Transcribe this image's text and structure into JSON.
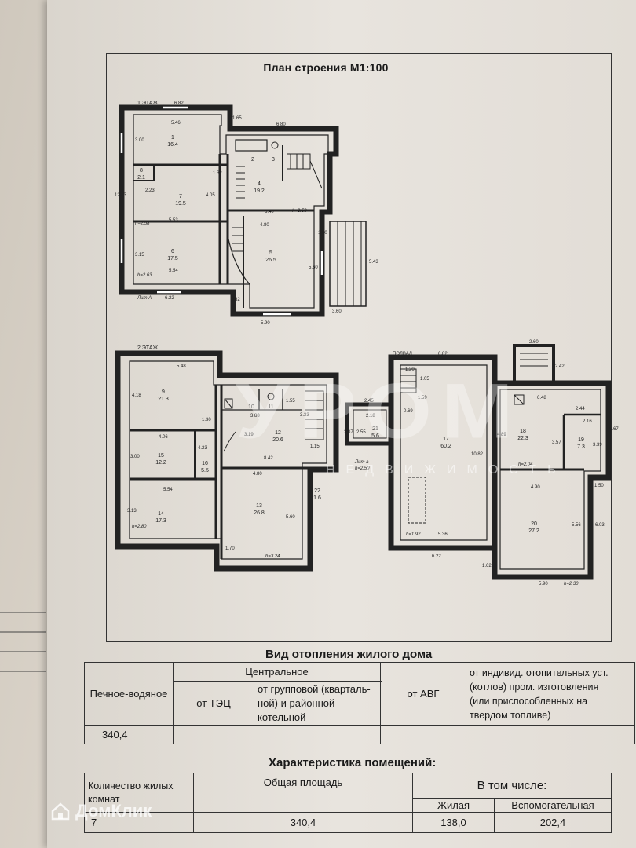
{
  "plan": {
    "title": "План строения М1:100",
    "floor1": {
      "label": "1 ЭТАЖ",
      "lit_label": "Лит А",
      "dims": [
        "6.82",
        "6.80",
        "5.46",
        "3.00",
        "1.65",
        "1.32",
        "4.05",
        "2.23",
        "12.13",
        "5.53",
        "3.15",
        "5.54",
        "6.22",
        "1.62",
        "5.90",
        "3.60",
        "1.50",
        "5.43",
        "5.60",
        "6.40",
        "4.80",
        "h=2.58",
        "h=2.63",
        "h=3.53"
      ],
      "rooms": [
        {
          "no": "1",
          "area": "16.4"
        },
        {
          "no": "2",
          "area": ""
        },
        {
          "no": "3",
          "area": ""
        },
        {
          "no": "4",
          "area": "19.2"
        },
        {
          "no": "5",
          "area": "26.5"
        },
        {
          "no": "6",
          "area": "17.5"
        },
        {
          "no": "7",
          "area": "19.5"
        },
        {
          "no": "8",
          "area": "2.1"
        }
      ]
    },
    "floor2": {
      "label": "2 ЭТАЖ",
      "dims": [
        "5.48",
        "4.18",
        "1.30",
        "4.06",
        "3.00",
        "4.23",
        "3.19",
        "3.88",
        "3.33",
        "1.55",
        "8.42",
        "4.80",
        "1.15",
        "5.54",
        "3.13",
        "h=2.80",
        "1.70",
        "5.60",
        "h=3.24"
      ],
      "rooms": [
        {
          "no": "9",
          "area": "21.3"
        },
        {
          "no": "10",
          "area": ""
        },
        {
          "no": "11",
          "area": ""
        },
        {
          "no": "12",
          "area": "20.6"
        },
        {
          "no": "13",
          "area": "26.8"
        },
        {
          "no": "14",
          "area": "17.3"
        },
        {
          "no": "15",
          "area": "12.2"
        },
        {
          "no": "16",
          "area": "5.5"
        },
        {
          "no": "22",
          "area": "1.6"
        }
      ]
    },
    "basement": {
      "label": "ПОДВАЛ",
      "lit_label": "Лит а",
      "dims": [
        "6.82",
        "1.20",
        "1.05",
        "1.59",
        "0.69",
        "2.45",
        "2.18",
        "3.07",
        "2.55",
        "h=2.50",
        "10.82",
        "h=1.92",
        "5.36",
        "6.22",
        "1.62",
        "2.60",
        "2.42",
        "6.48",
        "2.44",
        "4.89",
        "3.57",
        "2.16",
        "3.39",
        "6.67",
        "h=2.04",
        "4.90",
        "1.50",
        "5.56",
        "6.03",
        "5.90",
        "h=2.30"
      ],
      "rooms": [
        {
          "no": "17",
          "area": "60.2"
        },
        {
          "no": "18",
          "area": "22.3"
        },
        {
          "no": "19",
          "area": "7.3"
        },
        {
          "no": "20",
          "area": "27.2"
        },
        {
          "no": "21",
          "area": "5.6"
        }
      ]
    }
  },
  "heating": {
    "title": "Вид отопления жилого дома",
    "col_stove": "Печное-водяное",
    "col_central": "Центральное",
    "col_tec": "от ТЭЦ",
    "col_group": "от групповой (квартальной) и районной котельной",
    "col_group_lines": [
      "от групповой (кварталь-",
      "ной) и районной",
      "котельной"
    ],
    "col_agv": "от АВГ",
    "col_individual_lines": [
      "от индивид. отопительных уст.",
      "(котлов) пром. изготовления",
      "(или приспособленных на",
      "твердом топливе)"
    ],
    "value_stove": "340,4"
  },
  "characteristics": {
    "title": "Характеристика помещений:",
    "col_rooms_lines": [
      "Количество жилых",
      "комнат"
    ],
    "col_total": "Общая площадь",
    "col_incl": "В том числе:",
    "col_living": "Жилая",
    "col_aux": "Вспомогательная",
    "value_rooms": "7",
    "value_total": "340,4",
    "value_living": "138,0",
    "value_aux": "202,4"
  },
  "watermark": {
    "text": "УРОМ",
    "subtext": "НЕДВИЖИМОСТЬ"
  },
  "brand": {
    "name": "ДомКлик"
  },
  "colors": {
    "ink": "#1a1a1a",
    "paper": "#e6e2dc",
    "background": "#6d6458"
  }
}
